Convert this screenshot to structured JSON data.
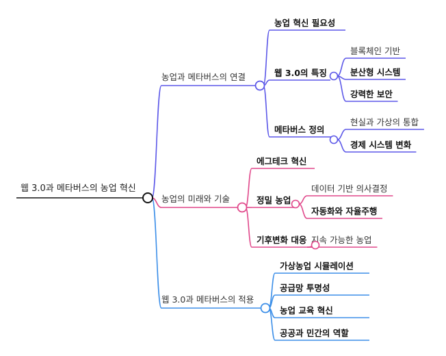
{
  "root": "웹 3.0과 메타버스의 농업 혁신",
  "branches": [
    {
      "label": "농업과 메타버스의 연결",
      "color": "#5b57e8",
      "children": [
        {
          "label": "농업 혁신 필요성",
          "children": []
        },
        {
          "label": "웹 3.0의 특징",
          "children": [
            "블록체인 기반",
            "분산형 시스템",
            "강력한 보안"
          ]
        },
        {
          "label": "메타버스 정의",
          "children": [
            "현실과 가상의 통합",
            "경제 시스템 변화"
          ]
        }
      ]
    },
    {
      "label": "농업의 미래와 기술",
      "color": "#e0478a",
      "children": [
        {
          "label": "에그테크 혁신",
          "children": []
        },
        {
          "label": "정밀 농업",
          "children": [
            "데이터 기반 의사결정",
            "자동화와 자율주행"
          ]
        },
        {
          "label": "기후변화 대응",
          "children": [
            "지속 가능한 농업"
          ]
        }
      ]
    },
    {
      "label": "웹 3.0과 메타버스의 적용",
      "color": "#3b8ee8",
      "children": [
        {
          "label": "가상농업 시뮬레이션",
          "children": []
        },
        {
          "label": "공급망 투명성",
          "children": []
        },
        {
          "label": "농업 교육 혁신",
          "children": []
        },
        {
          "label": "공공과 민간의 역할",
          "children": []
        }
      ]
    }
  ]
}
